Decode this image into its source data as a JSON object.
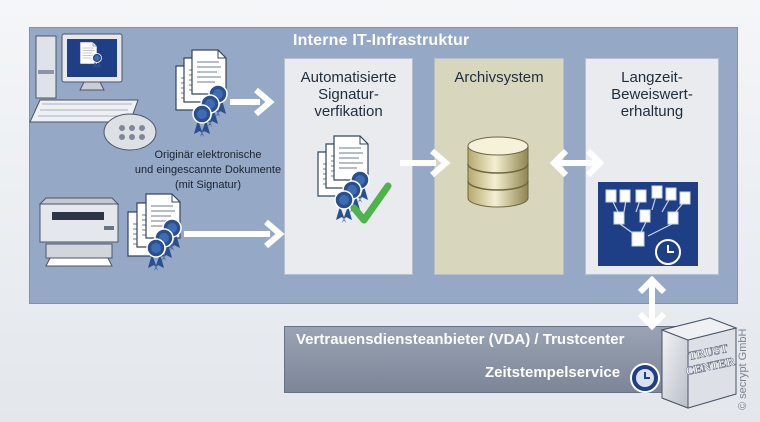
{
  "infra_title": "Interne IT-Infrastruktur",
  "source_label": [
    "Originär elektronische",
    "und eingescannte Dokumente",
    "(mit Signatur)"
  ],
  "panels": {
    "verification": [
      "Automatisierte",
      "Signatur-",
      "verfikation"
    ],
    "archive": [
      "Archivsystem"
    ],
    "longterm": [
      "Langzeit-",
      "Beweiswert-",
      "erhaltung"
    ]
  },
  "vda_title": "Vertrauensdiensteanbieter (VDA) / Trustcenter",
  "timestamp_service": "Zeitstempelservice",
  "trust_center_label": [
    "TRUST",
    "CENTER"
  ],
  "copyright": "© secrypt GmbH",
  "colors": {
    "infra_bg": "#95a9c6",
    "archive_bg": "#d8d7be",
    "check": "#4db34a",
    "seal": "#2a4f8f",
    "arrow": "#ffffff"
  }
}
